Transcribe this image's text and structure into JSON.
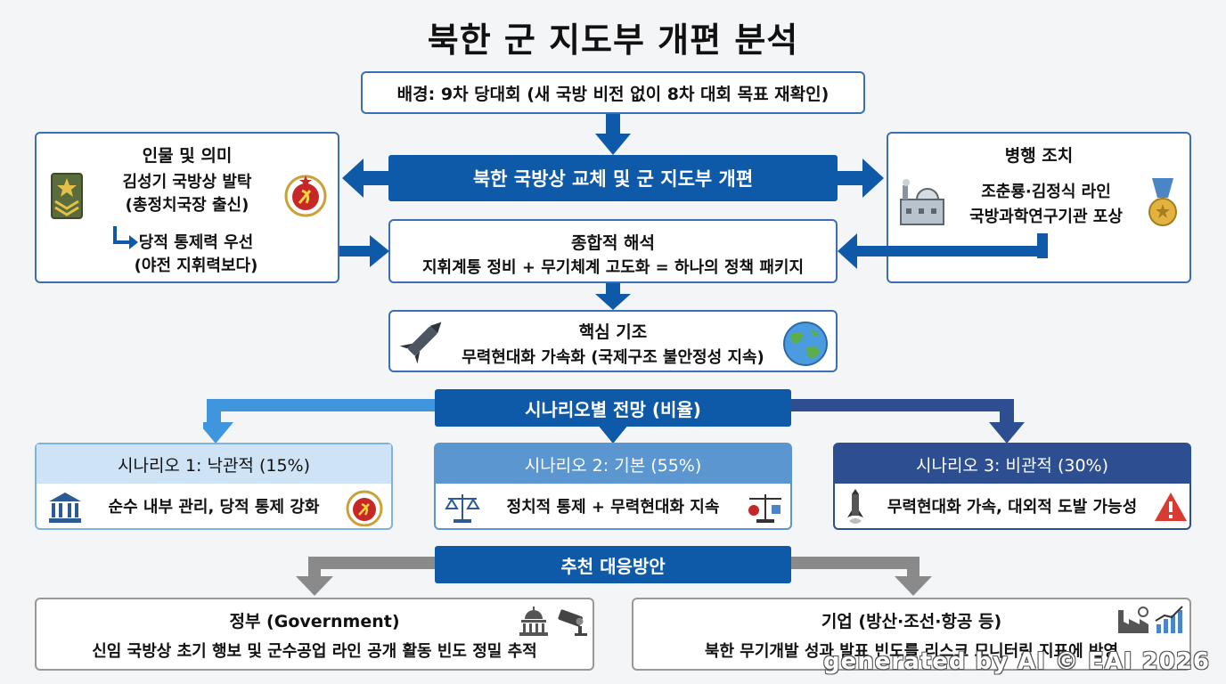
{
  "title": "북한 군 지도부 개편 분석",
  "background": "배경: 9차 당대회 (새 국방 비전 없이 8차 대회 목표 재확인)",
  "main_event": "북한 국방상 교체 및 군 지도부 개편",
  "left_panel": {
    "heading": "인물 및 의미",
    "line1": "김성기 국방상 발탁",
    "line2": "(총정치국장 출신)",
    "line3": "당적 통제력 우선",
    "line4": "(야전 지휘력보다)"
  },
  "right_panel": {
    "heading": "병행 조치",
    "line1": "조춘룡·김정식 라인",
    "line2": "국방과학연구기관 포상"
  },
  "synthesis": {
    "heading": "종합적 해석",
    "body": "지휘계통 정비 + 무기체계 고도화 = 하나의 정책 패키지"
  },
  "core": {
    "heading": "핵심 기조",
    "body": "무력현대화 가속화 (국제구조 불안정성 지속)"
  },
  "scenario_title": "시나리오별 전망 (비율)",
  "scenarios": [
    {
      "title": "시나리오 1: 낙관적 (15%)",
      "desc": "순수 내부 관리, 당적 통제 강화"
    },
    {
      "title": "시나리오 2: 기본 (55%)",
      "desc": "정치적 통제 + 무력현대화 지속"
    },
    {
      "title": "시나리오 3: 비관적 (30%)",
      "desc": "무력현대화 가속, 대외적 도발 가능성"
    }
  ],
  "response_title": "추천 대응방안",
  "responses": [
    {
      "title": "정부 (Government)",
      "desc": "신임 국방상 초기 행보 및 군수공업 라인 공개 활동 빈도 정밀 추적"
    },
    {
      "title": "기업 (방산·조선·항공 등)",
      "desc": "북한 무기개발 성과 발표 빈도를 리스크 모니터링 지표에 반영"
    }
  ],
  "watermark": "generated by AI © EAI 2026",
  "colors": {
    "primary": "#0f5aa8",
    "border": "#3a6fb5",
    "scenario1_header": "#cfe3f6",
    "scenario2_header": "#5b96d0",
    "scenario3_header": "#2d4f92",
    "response_arrow": "#8a8a8a"
  }
}
